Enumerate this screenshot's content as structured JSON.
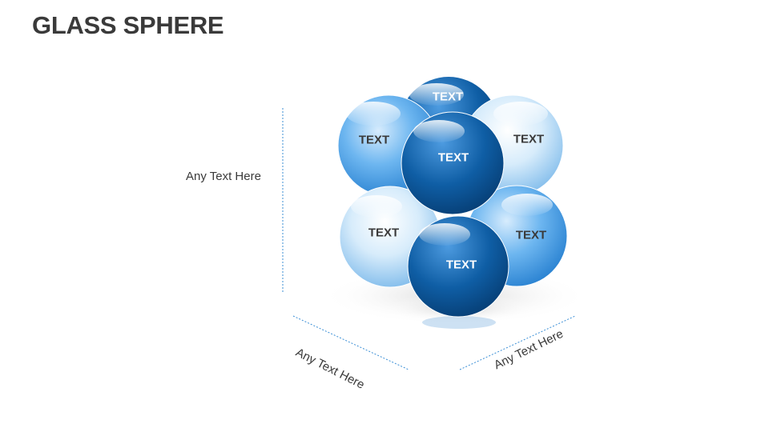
{
  "title": "GLASS SPHERE",
  "axis_labels": {
    "vertical": "Any Text Here",
    "bottom_left": "Any Text Here",
    "bottom_right": "Any Text Here"
  },
  "spheres": {
    "back_top": "TEXT",
    "top_left": "TEXT",
    "top_right": "TEXT",
    "top_center": "TEXT",
    "bottom_left": "TEXT",
    "bottom_right": "TEXT",
    "bottom_center": "TEXT"
  },
  "colors": {
    "dark_blue": "#0e5da3",
    "light_blue": "#5aaef0",
    "pale_blue": "#c9e6fb",
    "guide_line": "#3b8fd6",
    "text_dark": "#3a3a3a"
  }
}
